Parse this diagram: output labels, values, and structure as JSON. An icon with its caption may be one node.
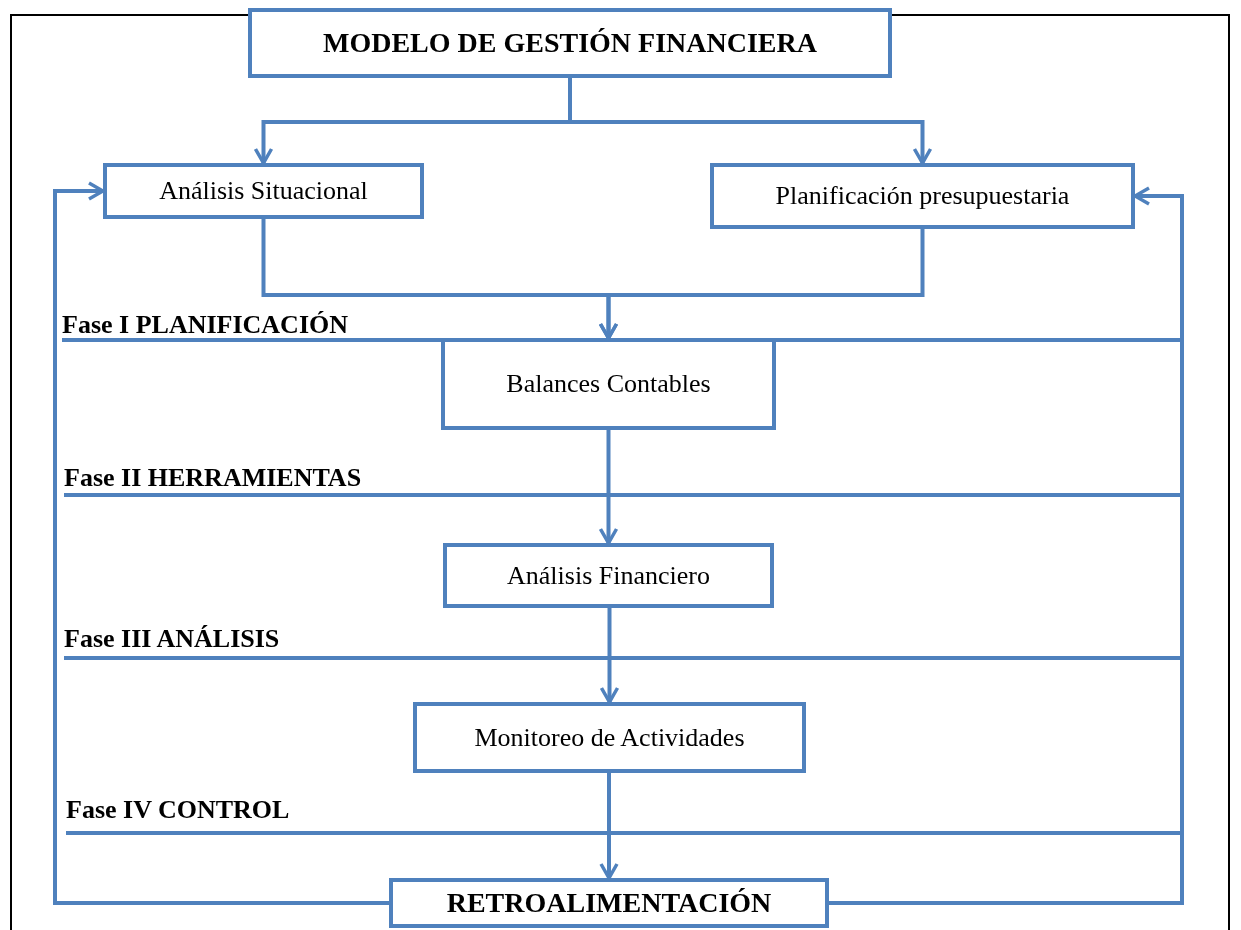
{
  "diagram": {
    "nodes": [
      {
        "text": [
          "MODELO DE GESTIÓN FINANCIERA"
        ]
      },
      {
        "text": [
          "Análisis Situacional"
        ]
      },
      {
        "text": [
          "Planificación presupuestaria"
        ]
      },
      {
        "text": [
          "Balances Contables"
        ]
      },
      {
        "text": [
          "Análisis Financiero"
        ]
      },
      {
        "text": [
          "Monitoreo de Actividades"
        ]
      },
      {
        "text": [
          "RETROALIMENTACIÓN"
        ]
      }
    ],
    "edges": [
      {
        "from": 0,
        "to": 1,
        "arrow": "to"
      },
      {
        "from": 0,
        "to": 2,
        "arrow": "to"
      },
      {
        "from": 1,
        "to": 3,
        "arrow": "to"
      },
      {
        "from": 2,
        "to": 3,
        "arrow": "to"
      },
      {
        "from": 3,
        "to": 4,
        "arrow": "to"
      },
      {
        "from": 4,
        "to": 5,
        "arrow": "to"
      },
      {
        "from": 5,
        "to": 6,
        "arrow": "to"
      },
      {
        "from": 6,
        "to": 1,
        "arrow": "to"
      },
      {
        "from": 6,
        "to": 2,
        "arrow": "to"
      }
    ],
    "labels": [
      "Fase I PLANIFICACIÓN",
      "Fase II HERRAMIENTAS",
      "Fase III ANÁLISIS",
      "Fase IV CONTROL"
    ]
  }
}
